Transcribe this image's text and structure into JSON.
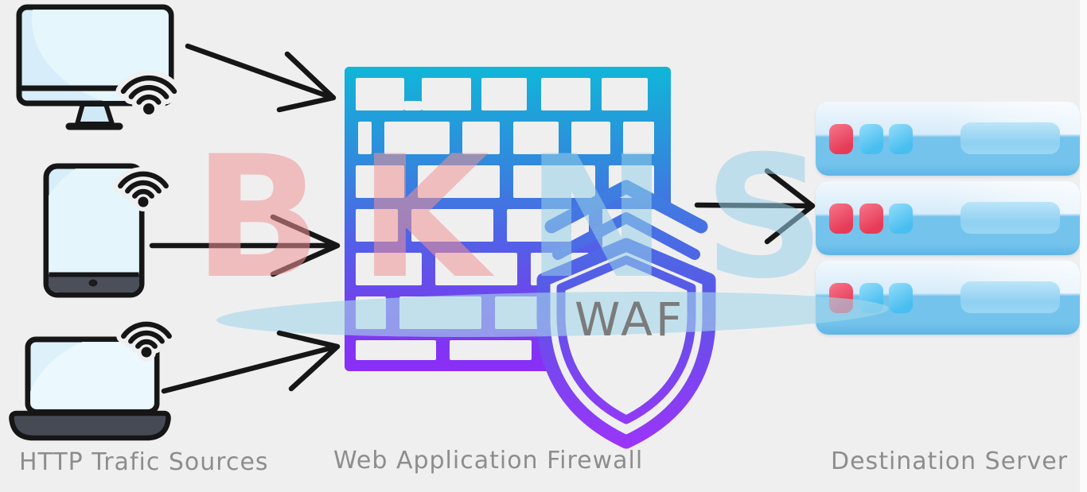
{
  "diagram_title": "Web Application Firewall diagram",
  "background_color": "#f0eff0",
  "sources": {
    "label": "HTTP Trafic Sources",
    "devices": [
      "desktop-computer",
      "tablet",
      "laptop"
    ],
    "device_screen_color": "#d7eefa",
    "device_outline_color": "#161616"
  },
  "firewall": {
    "label": "Web Application Firewall",
    "shield_text": "WAF",
    "wall_gradient": [
      "#10b6d8",
      "#2f8cdc",
      "#4f64e6",
      "#7440ee",
      "#8a2ef6"
    ],
    "shield_gradient": [
      "#3b82e0",
      "#5b55e8",
      "#9a35f8"
    ],
    "shield_text_color": "#7b7b7b"
  },
  "destination": {
    "label": "Destination Server",
    "server_count": 3,
    "servers": [
      {
        "leds": [
          "red",
          "blue",
          "blue"
        ]
      },
      {
        "leds": [
          "red",
          "red",
          "blue"
        ]
      },
      {
        "leds": [
          "red",
          "blue",
          "blue"
        ]
      }
    ],
    "led_colors": {
      "red": "#e63c58",
      "blue": "#49bef0"
    }
  },
  "arrows": [
    {
      "name": "arrow-desktop-to-firewall"
    },
    {
      "name": "arrow-tablet-to-firewall"
    },
    {
      "name": "arrow-laptop-to-firewall"
    },
    {
      "name": "arrow-firewall-to-server"
    }
  ],
  "watermark": {
    "text": "BKNS",
    "letters": [
      {
        "char": "B",
        "color": "rgba(238,148,150,0.55)"
      },
      {
        "char": "K",
        "color": "rgba(238,148,150,0.55)"
      },
      {
        "char": "N",
        "color": "rgba(152,208,232,0.55)"
      },
      {
        "char": "S",
        "color": "rgba(152,208,232,0.55)"
      }
    ]
  },
  "label_color": "#8d8d8d"
}
